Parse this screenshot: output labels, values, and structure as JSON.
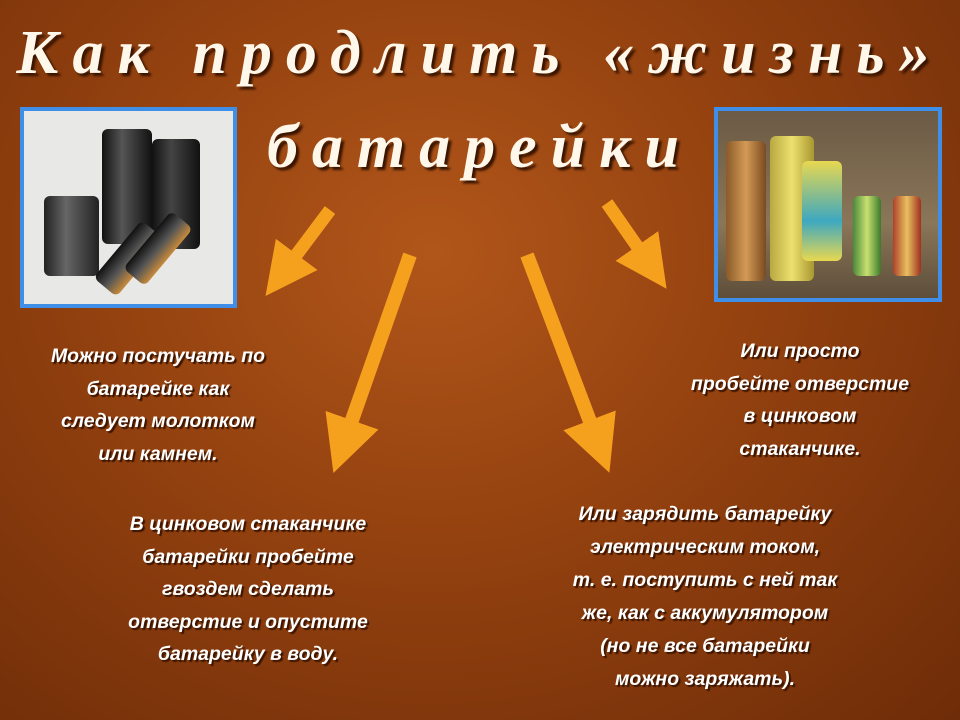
{
  "title": {
    "line1": "Как продлить «жизнь»",
    "line2": "батарейки"
  },
  "tips": {
    "hammer": [
      "Можно постучать по",
      "батарейке как",
      "следует молотком",
      "или камнем."
    ],
    "nail": [
      "В цинковом стаканчике",
      "батарейки пробейте",
      "гвоздем сделать",
      "отверстие и опустите",
      "батарейку в воду."
    ],
    "charge": [
      "Или зарядить батарейку",
      "электрическим током,",
      "т. е. поступить с ней так",
      "же, как с аккумулятором",
      "(но не все батарейки",
      "можно заряжать)."
    ],
    "hole": [
      "Или просто",
      "пробейте отверстие",
      "в цинковом",
      "стаканчике."
    ]
  },
  "colors": {
    "arrow": "#f6a11e",
    "frame": "#3f8fe8"
  }
}
